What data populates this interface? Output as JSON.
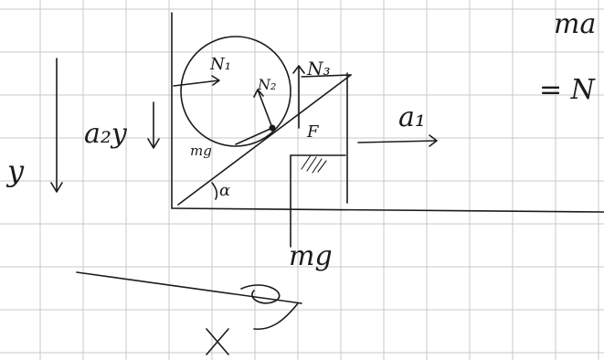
{
  "paper": {
    "background": "#ffffff",
    "grid_color": "#c8c8c8",
    "ink_color": "#1b1b1b",
    "grid_style": "square-ruled"
  },
  "labels": {
    "y_axis": "y",
    "a2y": "a₂y",
    "a1": "a₁",
    "N1": "N₁",
    "N2": "N₂",
    "N3": "N₃",
    "mg_small": "mg",
    "mg_bottom": "mg",
    "alpha": "α",
    "F": "F",
    "x_axis": "x",
    "top_right_line1": "ma",
    "top_right_line2": "= N"
  }
}
